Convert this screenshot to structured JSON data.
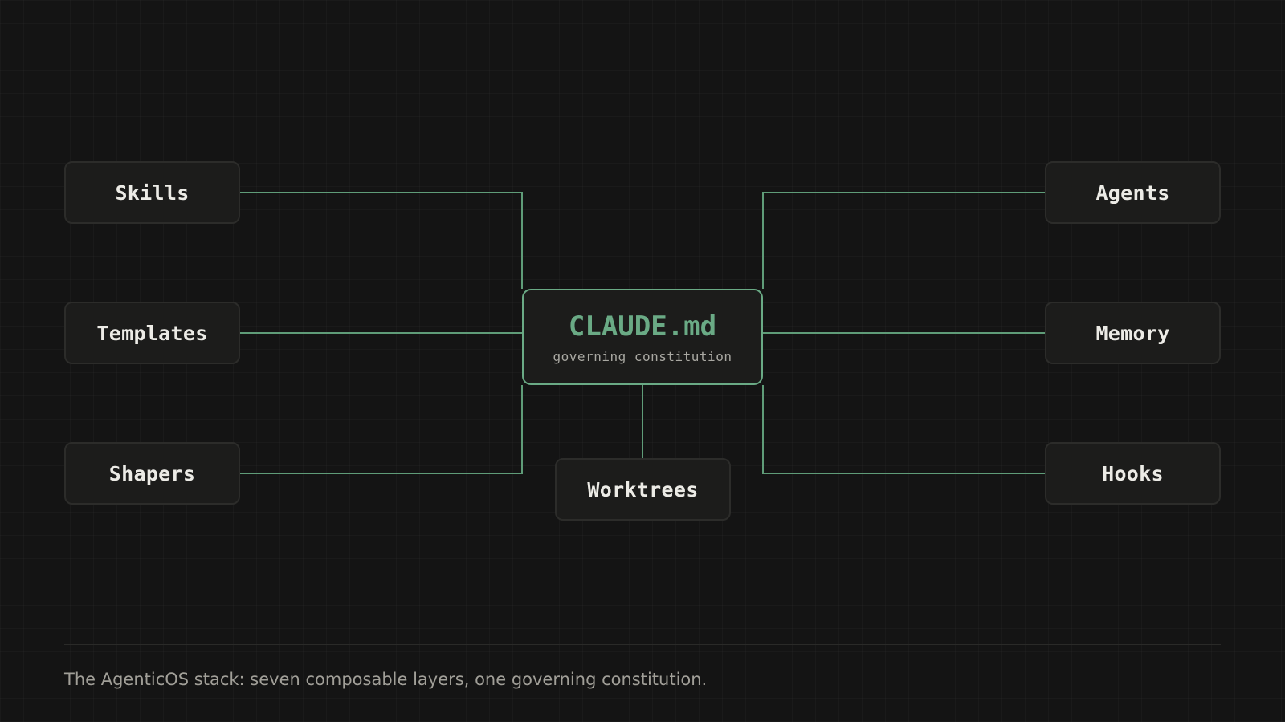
{
  "diagram": {
    "center": {
      "title": "CLAUDE.md",
      "subtitle": "governing constitution"
    },
    "left_nodes": [
      {
        "label": "Skills"
      },
      {
        "label": "Templates"
      },
      {
        "label": "Shapers"
      }
    ],
    "right_nodes": [
      {
        "label": "Agents"
      },
      {
        "label": "Memory"
      },
      {
        "label": "Hooks"
      }
    ],
    "bottom_node": {
      "label": "Worktrees"
    }
  },
  "caption": "The AgenticOS stack: seven composable layers, one governing constitution.",
  "colors": {
    "background": "#141414",
    "accent": "#6aaa85",
    "node_fill": "#1c1c1b",
    "node_border": "#2c2c2a",
    "text": "#ecebe6",
    "muted_text": "#a19f98"
  }
}
